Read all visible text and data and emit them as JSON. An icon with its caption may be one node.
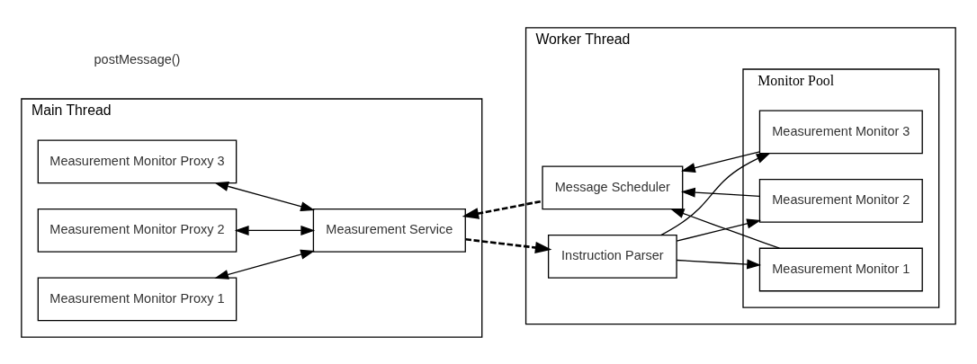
{
  "diagram": {
    "nodes": [
      {
        "text": [
          "Main Thread"
        ]
      },
      {
        "text": [
          "Measurement Monitor Proxy 1"
        ],
        "in": 0
      },
      {
        "text": [
          "Measurement Monitor Proxy 3"
        ],
        "in": 0
      },
      {
        "text": [
          "Measurement Monitor Proxy 2"
        ],
        "in": 0
      },
      {
        "text": [
          "Measurement Service"
        ],
        "in": 0
      },
      {
        "text": [
          "Worker Thread"
        ]
      },
      {
        "text": [
          "Message Scheduler"
        ],
        "in": 5
      },
      {
        "text": [
          "Instruction Parser"
        ],
        "in": 5
      },
      {
        "text": [
          "Monitor Pool"
        ],
        "in": 5
      },
      {
        "text": [
          "Measurement Monitor 1"
        ],
        "in": 8
      },
      {
        "text": [
          "Measurement Monitor 3"
        ],
        "in": 8
      },
      {
        "text": [
          "Measurement Monitor 2"
        ],
        "in": 8
      }
    ],
    "edges": [
      {
        "from": 1,
        "to": 4,
        "arrow": "both"
      },
      {
        "from": 2,
        "to": 4,
        "arrow": "both"
      },
      {
        "from": 3,
        "to": 4,
        "arrow": "both"
      },
      {
        "from": 6,
        "to": 4,
        "arrow": "to",
        "style": "dashed"
      },
      {
        "from": 4,
        "to": 7,
        "arrow": "to",
        "style": "dashed"
      },
      {
        "from": 9,
        "to": 6,
        "arrow": "to"
      },
      {
        "from": 10,
        "to": 6,
        "arrow": "to"
      },
      {
        "from": 11,
        "to": 6,
        "arrow": "to"
      },
      {
        "from": 7,
        "to": 9,
        "arrow": "to"
      },
      {
        "from": 7,
        "to": 10,
        "arrow": "to"
      },
      {
        "from": 7,
        "to": 11,
        "arrow": "to"
      }
    ],
    "labels": [
      "postMessage()"
    ]
  }
}
